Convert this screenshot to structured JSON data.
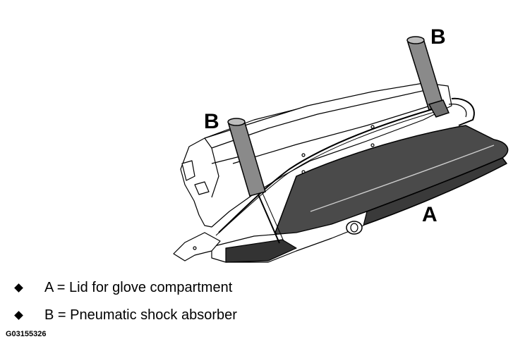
{
  "callouts": {
    "b_upper": "B",
    "b_lower": "B",
    "a": "A"
  },
  "legend": [
    {
      "text": "A = Lid for glove compartment"
    },
    {
      "text": "B = Pneumatic shock absorber"
    }
  ],
  "figure_code": "G03155326",
  "colors": {
    "lid": "#4a4a4a",
    "outline": "#000000",
    "body": "#ffffff",
    "rod": "#8a8a8a"
  }
}
